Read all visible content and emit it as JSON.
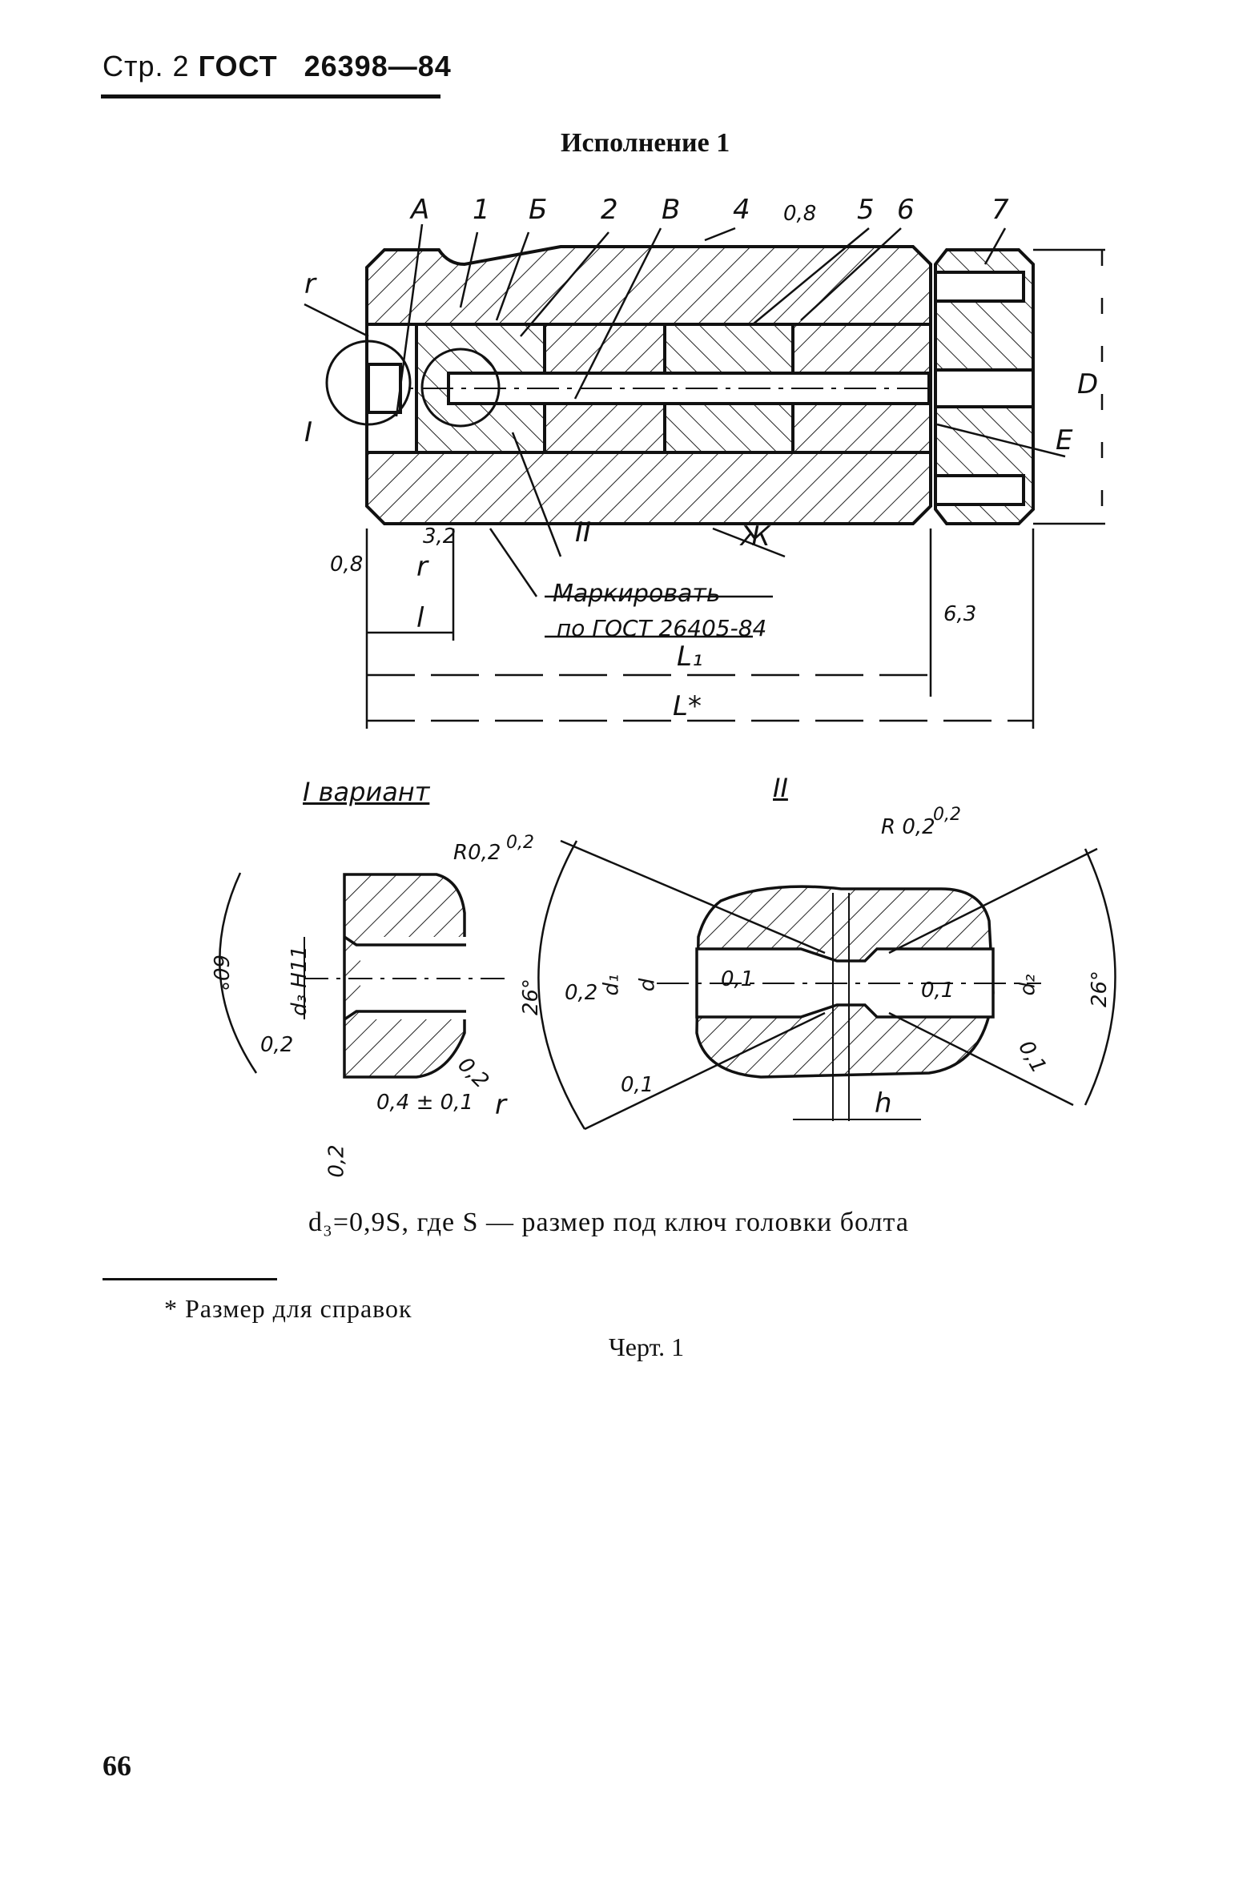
{
  "header": {
    "page_label": "Стр. 2",
    "standard": "ГОСТ",
    "number": "26398—84"
  },
  "title": "Исполнение 1",
  "main_drawing": {
    "callouts": [
      "А",
      "1",
      "Б",
      "2",
      "В",
      "4",
      "0,8",
      "5",
      "6",
      "7",
      "r",
      "I",
      "II",
      "Е",
      "Ж",
      "D"
    ],
    "roughness": [
      "0,8",
      "3,2",
      "6,3"
    ],
    "dims": {
      "l": "l",
      "L1": "L₁",
      "L": "L*"
    },
    "marking": [
      "Маркировать",
      "по ГОСТ 26405-84"
    ]
  },
  "detail_I": {
    "label": "I вариант",
    "annotations": [
      "R0,2",
      "0,2",
      "60°",
      "d₃ H11",
      "0,2",
      "0,2",
      "0,4 ± 0,1",
      "r",
      "0,2"
    ]
  },
  "detail_II": {
    "label": "II",
    "annotations": [
      "R 0,2",
      "0,2",
      "26°",
      "d₁",
      "d",
      "0,2",
      "0,1",
      "0,1",
      "d₂",
      "26°",
      "0,1",
      "0,1",
      "h"
    ]
  },
  "formula": "d₃=0,9S, где S — размер под ключ головки болта",
  "footnote": "* Размер для справок",
  "figure_caption": "Черт. 1",
  "page_number": "66"
}
